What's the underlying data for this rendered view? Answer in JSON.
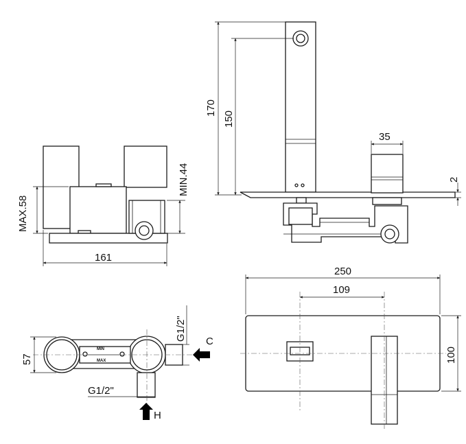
{
  "front_view": {
    "max_height": "MAX.58",
    "min_height": "MIN.44",
    "width": "161"
  },
  "side_view": {
    "spout_height_total": "170",
    "spout_height_inner": "150",
    "handle_width": "35",
    "plate_thickness": "2"
  },
  "top_view": {
    "plate_width": "250",
    "spacing": "109",
    "plate_height": "100"
  },
  "bottom_view": {
    "depth": "57",
    "connection_right": "G1/2\"",
    "connection_bottom": "G1/2\"",
    "cold_label": "C",
    "hot_label": "H",
    "min_label": "MIN",
    "max_label": "MAX"
  }
}
